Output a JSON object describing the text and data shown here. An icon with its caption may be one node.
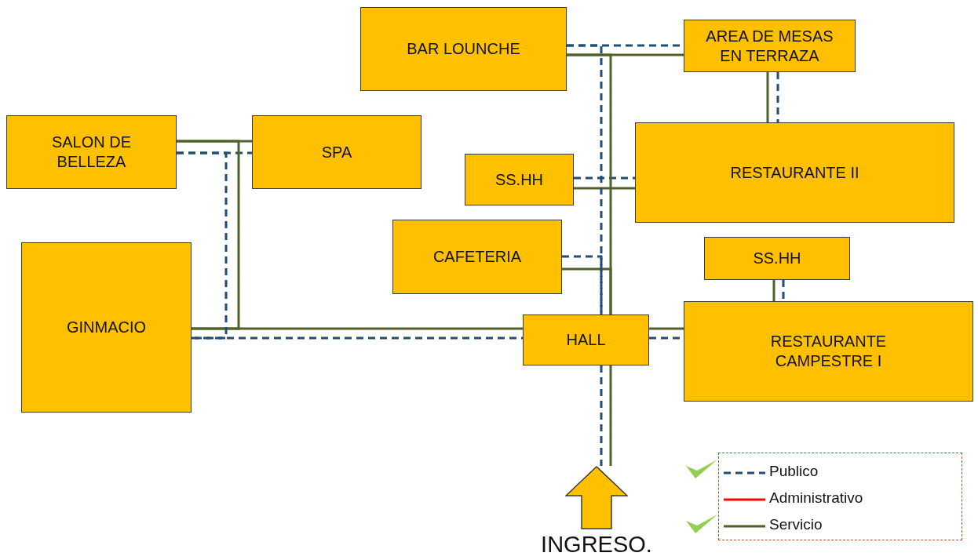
{
  "diagram": {
    "nodes": [
      {
        "text": [
          "BAR LOUNCHE"
        ]
      },
      {
        "text": [
          "AREA DE MESAS EN TERRAZA"
        ]
      },
      {
        "text": [
          "SALON DE BELLEZA"
        ]
      },
      {
        "text": [
          "SPA"
        ]
      },
      {
        "text": [
          "SS.HH"
        ]
      },
      {
        "text": [
          "RESTAURANTE II"
        ]
      },
      {
        "text": [
          "CAFETERIA"
        ]
      },
      {
        "text": [
          "SS.HH"
        ]
      },
      {
        "text": [
          "GINMACIO"
        ]
      },
      {
        "text": [
          "HALL"
        ]
      },
      {
        "text": [
          "RESTAURANTE CAMPESTRE I"
        ]
      },
      {
        "text": [
          "INGRESO."
        ]
      }
    ],
    "edges": [
      {
        "from": 0,
        "to": 1,
        "arrow": "none"
      },
      {
        "from": 0,
        "to": 1,
        "arrow": "none",
        "style": "dashed",
        "color": "#1f4e79"
      },
      {
        "from": 1,
        "to": 5,
        "arrow": "none"
      },
      {
        "from": 1,
        "to": 5,
        "arrow": "none",
        "style": "dashed",
        "color": "#1f4e79"
      },
      {
        "from": 4,
        "to": 5,
        "arrow": "none"
      },
      {
        "from": 4,
        "to": 5,
        "arrow": "none",
        "style": "dashed",
        "color": "#1f4e79"
      },
      {
        "from": 0,
        "to": 9,
        "arrow": "none"
      },
      {
        "from": 0,
        "to": 9,
        "arrow": "none",
        "style": "dashed",
        "color": "#1f4e79"
      },
      {
        "from": 6,
        "to": 9,
        "arrow": "none"
      },
      {
        "from": 6,
        "to": 9,
        "arrow": "none",
        "style": "dashed",
        "color": "#1f4e79"
      },
      {
        "from": 9,
        "to": 11,
        "arrow": "none"
      },
      {
        "from": 9,
        "to": 11,
        "arrow": "none",
        "style": "dashed",
        "color": "#1f4e79"
      },
      {
        "from": 9,
        "to": 10,
        "arrow": "none"
      },
      {
        "from": 9,
        "to": 10,
        "arrow": "none",
        "style": "dashed",
        "color": "#1f4e79"
      },
      {
        "from": 7,
        "to": 10,
        "arrow": "none"
      },
      {
        "from": 7,
        "to": 10,
        "arrow": "none",
        "style": "dashed",
        "color": "#1f4e79"
      },
      {
        "from": 8,
        "to": 9,
        "arrow": "none"
      },
      {
        "from": 8,
        "to": 9,
        "arrow": "none",
        "style": "dashed",
        "color": "#1f4e79"
      },
      {
        "from": 2,
        "to": 3,
        "arrow": "none"
      },
      {
        "from": 2,
        "to": 3,
        "arrow": "none",
        "style": "dashed",
        "color": "#1f4e79"
      },
      {
        "from": 2,
        "to": 8,
        "arrow": "none"
      },
      {
        "from": 2,
        "to": 8,
        "arrow": "none",
        "style": "dashed",
        "color": "#1f4e79"
      }
    ],
    "legend": [
      {
        "text": "Publico"
      },
      {
        "text": "Administrativo"
      },
      {
        "text": "Servicio"
      }
    ]
  }
}
